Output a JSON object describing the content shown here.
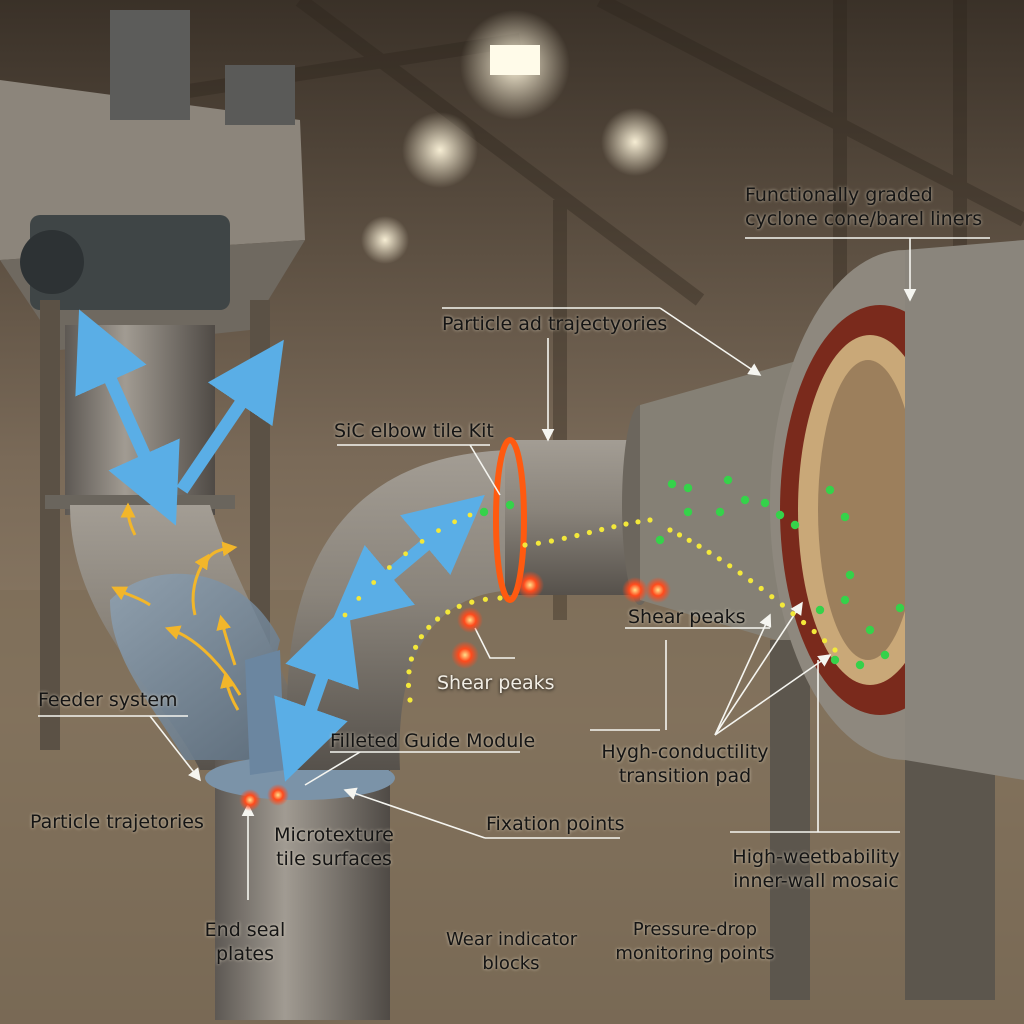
{
  "labels": {
    "functionally_graded": [
      "Functionally graded",
      "cyclone cone/barel liners"
    ],
    "particle_ad_trajectories": "Particle ad trajectyories",
    "sic_elbow_tile_kit": "SiC elbow tile Kit",
    "shear_peaks_right": "Shear peaks",
    "shear_peaks_center": "Shear peaks",
    "feeder_system": "Feeder system",
    "filleted_guide_module": "Filleted Guide Module",
    "hygh_conductility": [
      "Hygh-conductility",
      "transition pad"
    ],
    "particle_trajetories": "Particle trajetories",
    "microtexture_tile_surfaces": [
      "Microtexture",
      "tile surfaces"
    ],
    "fixation_points": "Fixation points",
    "high_weetbability": [
      "High-weetbability",
      "inner-wall mosaic"
    ],
    "end_seal_plates": [
      "End seal",
      "plates"
    ],
    "wear_indicator_blocks": [
      "Wear indicator",
      "blocks"
    ],
    "pressure_drop_monitoring": [
      "Pressure-drop",
      "monitoring points"
    ]
  },
  "colors": {
    "flow_arrow": "#5aaee6",
    "particle_arrow": "#f2b62a",
    "trajectory_dots": "#f3e83a",
    "sensor_dots": "#35d24a",
    "shear_hotspot": "#ff4a1c",
    "wear_ring": "#ff5a10",
    "leader_line": "#f5f5f0"
  }
}
